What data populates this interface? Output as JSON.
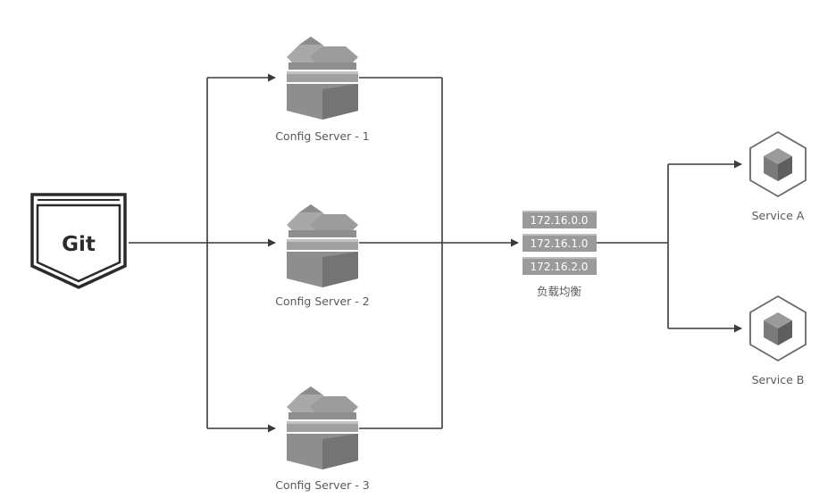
{
  "git": {
    "label": "Git"
  },
  "config_servers": [
    {
      "label": "Config Server - 1"
    },
    {
      "label": "Config Server - 2"
    },
    {
      "label": "Config Server - 3"
    }
  ],
  "load_balancer": {
    "label": "负载均衡",
    "ips": [
      "172.16.0.0",
      "172.16.1.0",
      "172.16.2.0"
    ]
  },
  "services": [
    {
      "label": "Service A"
    },
    {
      "label": "Service B"
    }
  ],
  "colors": {
    "edge": "#3a3a3a",
    "server_body": "#8e8e8e",
    "server_dark": "#6f6f6f",
    "ip_block": "#9a9a9a",
    "service_cube": "#7a7a7a",
    "label": "#5a5a5a"
  }
}
